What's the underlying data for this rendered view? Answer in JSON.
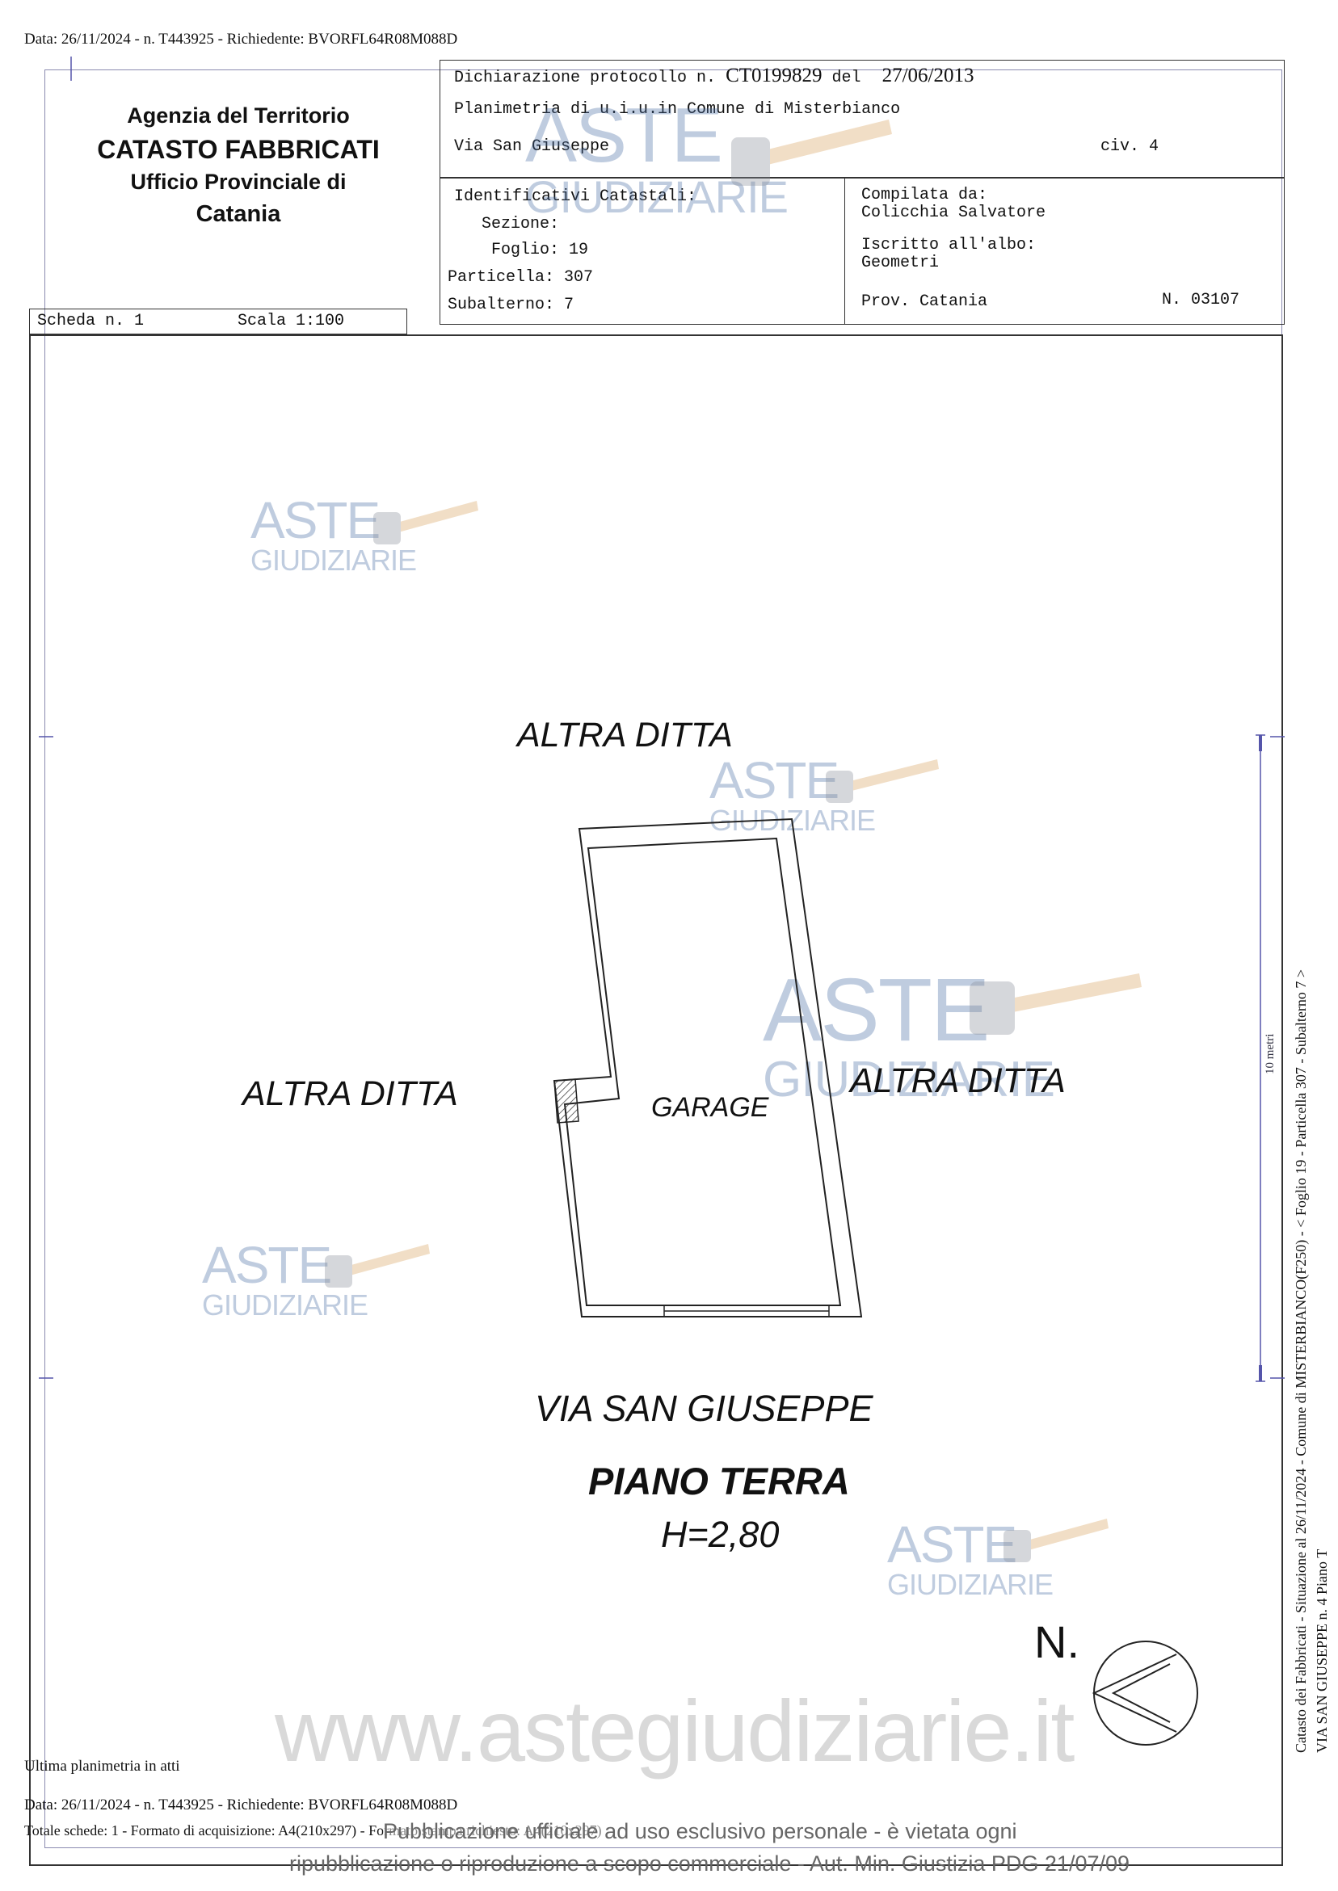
{
  "header_line": "Data: 26/11/2024 - n. T443925 - Richiedente: BVORFL64R08M088D",
  "agency": {
    "line1": "Agenzia del Territorio",
    "line2": "CATASTO FABBRICATI",
    "line3": "Ufficio Provinciale di",
    "line4": "Catania"
  },
  "declaration": {
    "label": "Dichiarazione protocollo n.",
    "number": "CT0199829",
    "del_label": "del",
    "date": "27/06/2013",
    "planimetria": "Planimetria di u.i.u.in Comune di Misterbianco",
    "address": "Via San Giuseppe",
    "civ": "civ. 4"
  },
  "identifiers": {
    "title": "Identificativi Catastali:",
    "sezione_label": "Sezione:",
    "foglio_label": "Foglio:",
    "foglio": "19",
    "particella_label": "Particella:",
    "particella": "307",
    "subalterno_label": "Subalterno:",
    "subalterno": "7"
  },
  "compiler": {
    "label": "Compilata da:",
    "name": "Colicchia Salvatore",
    "albo_label": "Iscritto all'albo:",
    "albo": "Geometri",
    "prov": "Prov. Catania",
    "number": "N. 03107"
  },
  "scheda": {
    "label": "Scheda n. 1",
    "scale": "Scala 1:100"
  },
  "plan": {
    "top": "ALTRA DITTA",
    "left": "ALTRA DITTA",
    "right": "ALTRA DITTA",
    "room": "GARAGE",
    "street": "VIA SAN GIUSEPPE",
    "floor": "PIANO TERRA",
    "height": "H=2,80",
    "north": "N."
  },
  "watermark": {
    "word1": "ASTE",
    "word2": "GIUDIZIARIE",
    "site": "www.astegiudiziarie.it"
  },
  "footer": {
    "last": "Ultima planimetria in atti",
    "data": "Data: 26/11/2024 - n. T443925 - Richiedente: BVORFL64R08M088D",
    "totale": "Totale schede: 1 - Formato di acquisizione: A4(210x297) - Formato stampa richiesto: A4(210x297)",
    "notice1": "Pubblicazione ufficiale ad uso esclusivo personale - è vietata ogni",
    "notice2": "ripubblicazione o riproduzione a scopo commerciale - Aut. Min. Giustizia PDG 21/07/09"
  },
  "side": {
    "line1": "Catasto dei Fabbricati - Situazione al 26/11/2024 - Comune di MISTERBIANCO(F250) - < Foglio 19 - Particella 307 - Subalterno 7 >",
    "line2": "VIA SAN GIUSEPPE n. 4 Piano T",
    "metri": "10 metri"
  }
}
